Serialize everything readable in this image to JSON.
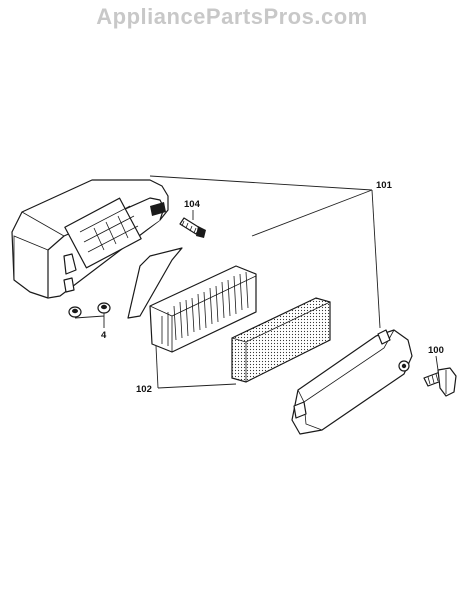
{
  "watermark": "AppliancePartsPros.com",
  "callouts": {
    "p101": "101",
    "p104": "104",
    "p4": "4",
    "p100": "100",
    "p102": "102"
  }
}
